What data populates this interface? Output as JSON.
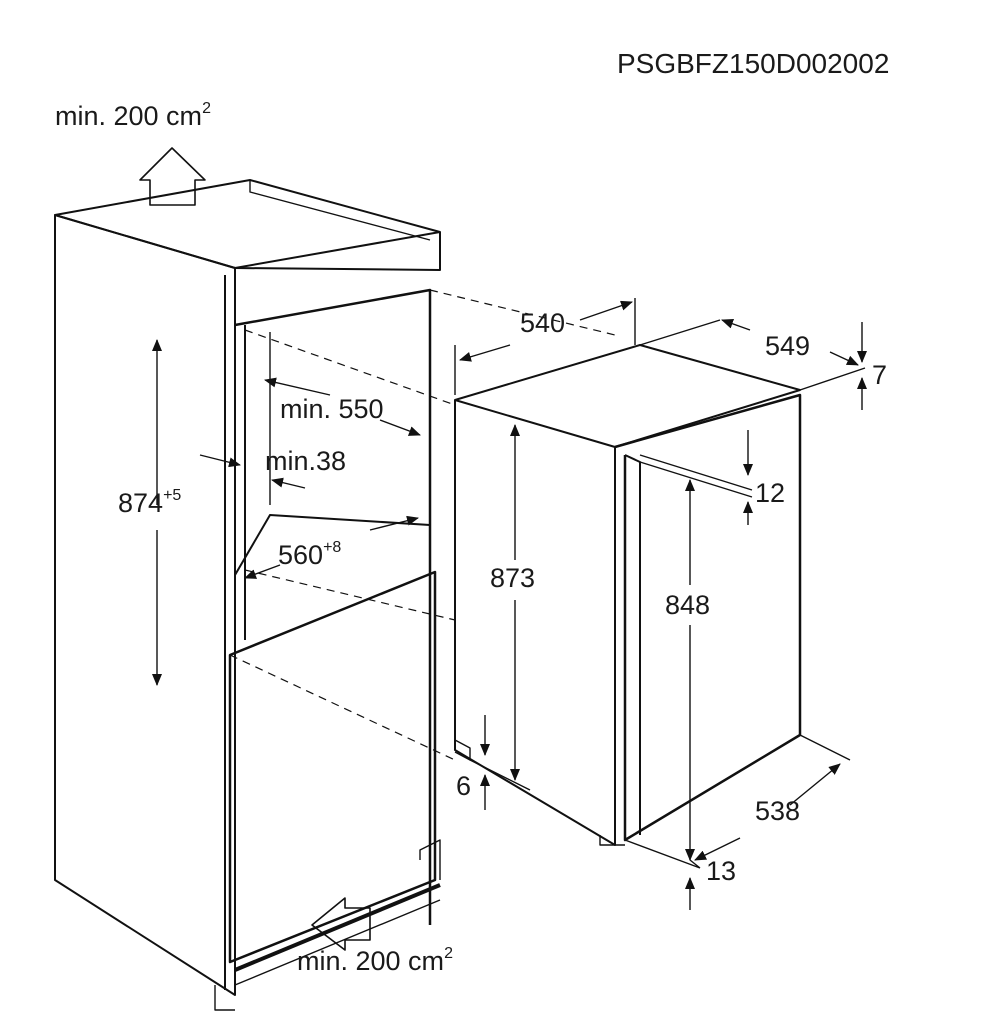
{
  "diagram_code": "PSGBFZ150D002002",
  "ventilation": {
    "top": {
      "text": "min. 200 cm",
      "sup": "2"
    },
    "bottom": {
      "text": "min. 200 cm",
      "sup": "2"
    }
  },
  "niche_dimensions": {
    "height": {
      "value": "874",
      "tolerance": "+5"
    },
    "width": {
      "value": "560",
      "tolerance": "+8"
    },
    "depth": "min. 550",
    "side_gap": "min.38"
  },
  "appliance_dimensions": {
    "width": "540",
    "depth": "549",
    "top_offset": "7",
    "door_offset": "12",
    "height": "873",
    "door_height": "848",
    "foot": "6",
    "door_width": "538",
    "bottom_offset": "13"
  }
}
